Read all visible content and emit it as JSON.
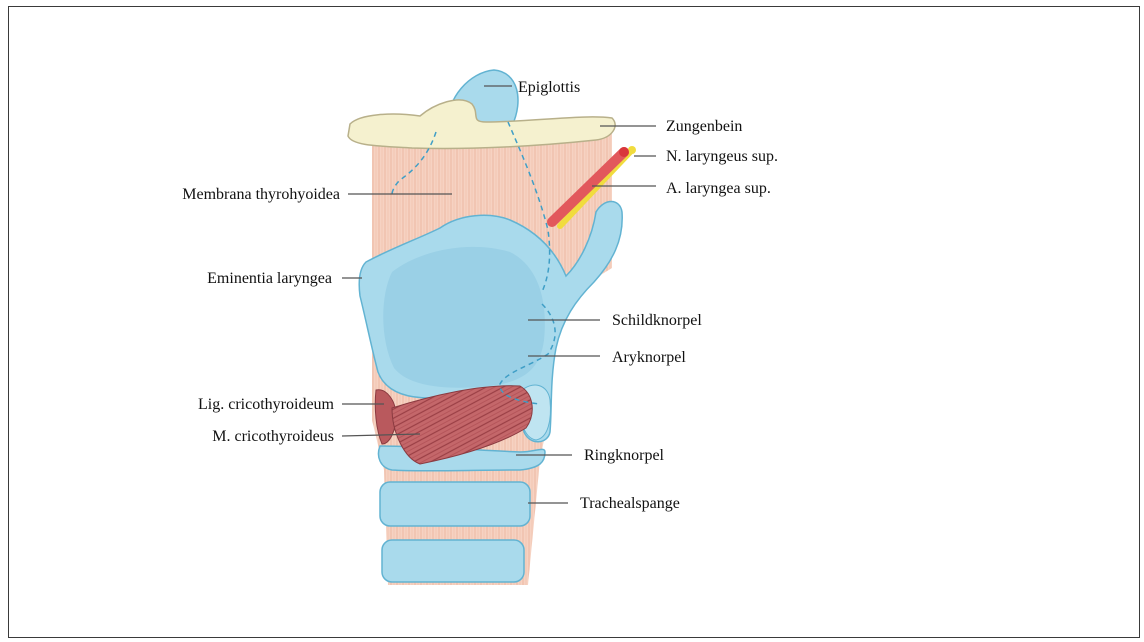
{
  "labels": {
    "epiglottis": "Epiglottis",
    "zungenbein": "Zungenbein",
    "n_laryngeus_sup": "N. laryngeus sup.",
    "a_laryngea_sup": "A. laryngea sup.",
    "membrana_thyrohyoidea": "Membrana thyrohyoidea",
    "eminentia_laryngea": "Eminentia laryngea",
    "schildknorpel": "Schildknorpel",
    "aryknorpel": "Aryknorpel",
    "lig_cricothyroideum": "Lig. cricothyroideum",
    "m_cricothyroideus": "M. cricothyroideus",
    "ringknorpel": "Ringknorpel",
    "trachealspange": "Trachealspange"
  },
  "colors": {
    "cartilage": "#a9daec",
    "cartilage_stroke": "#62b3d2",
    "membrane": "#f6d2c2",
    "membrane_stripe": "#ecb8a2",
    "hyoid": "#f5f1cf",
    "hyoid_stroke": "#b8b08a",
    "muscle": "#c4676a",
    "muscle_stripe": "#9a3f45",
    "artery": "#e2585c",
    "nerve": "#f1dc3e",
    "dashed": "#3f9ec6"
  }
}
